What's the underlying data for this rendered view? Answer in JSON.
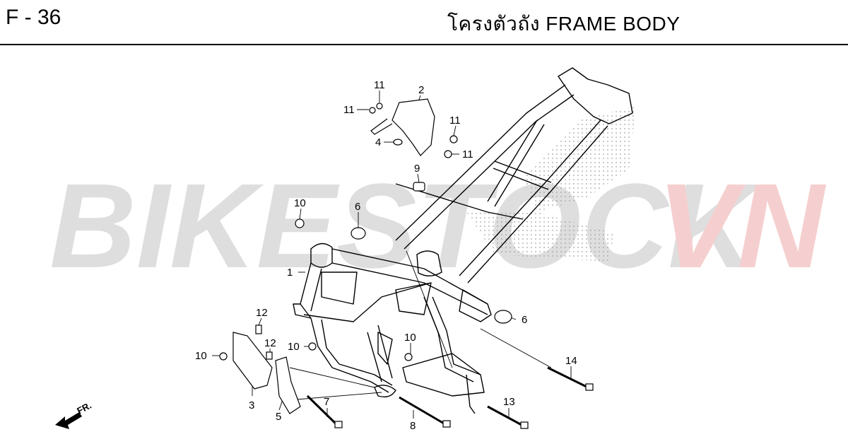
{
  "header": {
    "code": "F - 36",
    "title": "โครงตัวถัง  FRAME BODY"
  },
  "watermark": {
    "part1": "BIKESTOCK",
    "part2": "VN",
    "color_gray": "#d9d9d9",
    "color_red": "#f4c7c7"
  },
  "front_arrow_label": "FR.",
  "callouts": [
    "1",
    "2",
    "3",
    "4",
    "5",
    "6",
    "6",
    "7",
    "8",
    "9",
    "10",
    "10",
    "10",
    "10",
    "11",
    "11",
    "11",
    "11",
    "12",
    "12",
    "13",
    "14"
  ]
}
